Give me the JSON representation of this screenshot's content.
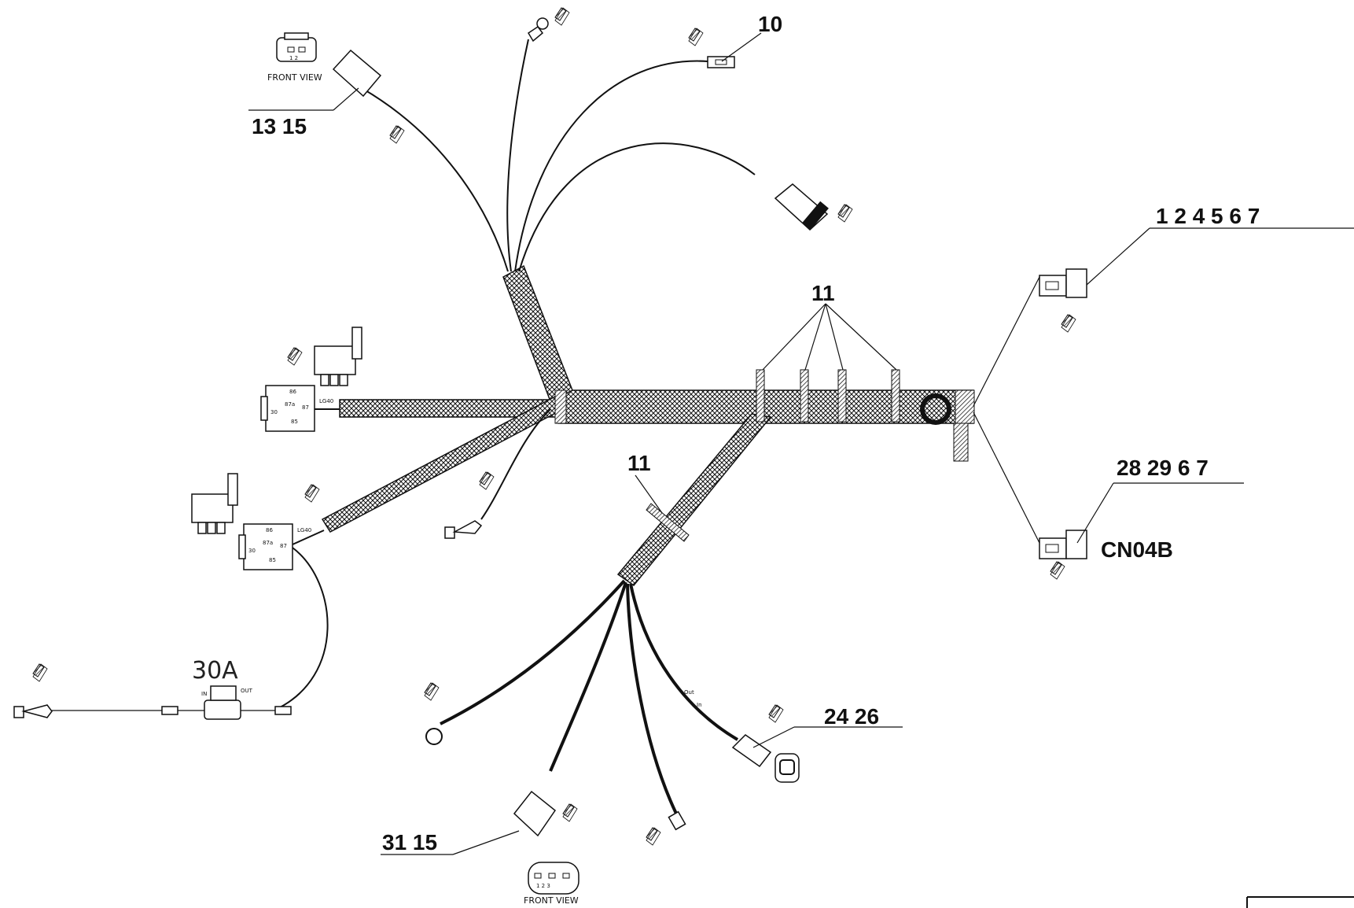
{
  "callouts": {
    "c10": "10",
    "c13_15": "13  15",
    "c1_7": "1  2  4  5  6  7",
    "c11_top": "11",
    "c11_mid": "11",
    "c28_7": "28  29  6  7",
    "cn04b": "CN04B",
    "c24_26": "24  26",
    "c31_15": "31  15"
  },
  "labels": {
    "front_view_top": "FRONT  VIEW",
    "front_view_bottom": "FRONT  VIEW",
    "pins_2": "1  2",
    "pins_3": "1  2  3",
    "fuse_rating": "30A",
    "fuse_in": "IN",
    "fuse_out": "OUT",
    "relay_lg40_a": "LG40",
    "relay_lg40_b": "LG40",
    "relay_86_a": "86",
    "relay_87a_a": "87a",
    "relay_87_a": "87",
    "relay_30_a": "30",
    "relay_85_a": "85",
    "relay_86_b": "86",
    "relay_87a_b": "87a",
    "relay_87_b": "87",
    "relay_30_b": "30",
    "relay_85_b": "85",
    "out_label": "Out",
    "in_label": "In"
  },
  "colors": {
    "line": "#111111",
    "background": "#ffffff"
  }
}
